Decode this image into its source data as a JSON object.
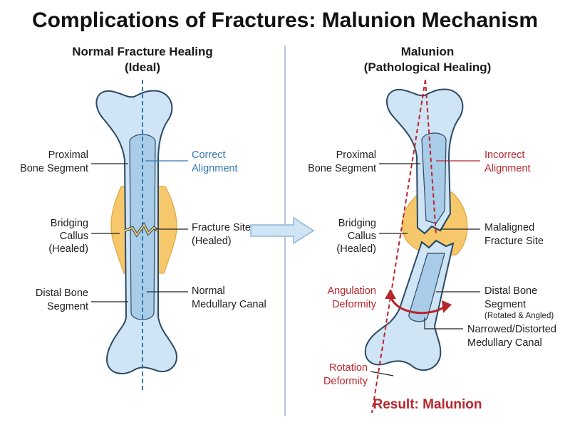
{
  "title": "Complications of Fractures: Malunion Mechanism",
  "left_panel": {
    "heading_line1": "Normal Fracture Healing",
    "heading_line2": "(Ideal)",
    "labels": {
      "proximal_1": "Proximal",
      "proximal_2": "Bone Segment",
      "callus_1": "Bridging",
      "callus_2": "Callus",
      "callus_3": "(Healed)",
      "distal_1": "Distal Bone",
      "distal_2": "Segment",
      "alignment_1": "Correct",
      "alignment_2": "Alignment",
      "fracture_1": "Fracture Site",
      "fracture_2": "(Healed)",
      "canal_1": "Normal",
      "canal_2": "Medullary Canal"
    }
  },
  "right_panel": {
    "heading_line1": "Malunion",
    "heading_line2": "(Pathological Healing)",
    "labels": {
      "proximal_1": "Proximal",
      "proximal_2": "Bone Segment",
      "callus_1": "Bridging",
      "callus_2": "Callus",
      "callus_3": "(Healed)",
      "alignment_1": "Incorrect",
      "alignment_2": "Alignment",
      "fracture_1": "Malaligned",
      "fracture_2": "Fracture Site",
      "angulation_1": "Angulation",
      "angulation_2": "Deformity",
      "distal_1": "Distal Bone",
      "distal_2": "Segment",
      "distal_3": "(Rotated & Angled)",
      "canal_1": "Narrowed/Distorted",
      "canal_2": "Medullary Canal",
      "rotation_1": "Rotation",
      "rotation_2": "Deformity"
    },
    "result": "Result: Malunion"
  },
  "colors": {
    "bone": "#cfe4f4",
    "canal": "#a9cde9",
    "callus": "#f6c86b",
    "outline": "#2a4a66",
    "correct": "#2f78b0",
    "incorrect": "#b8262d",
    "arrow": "#a9cde9"
  }
}
